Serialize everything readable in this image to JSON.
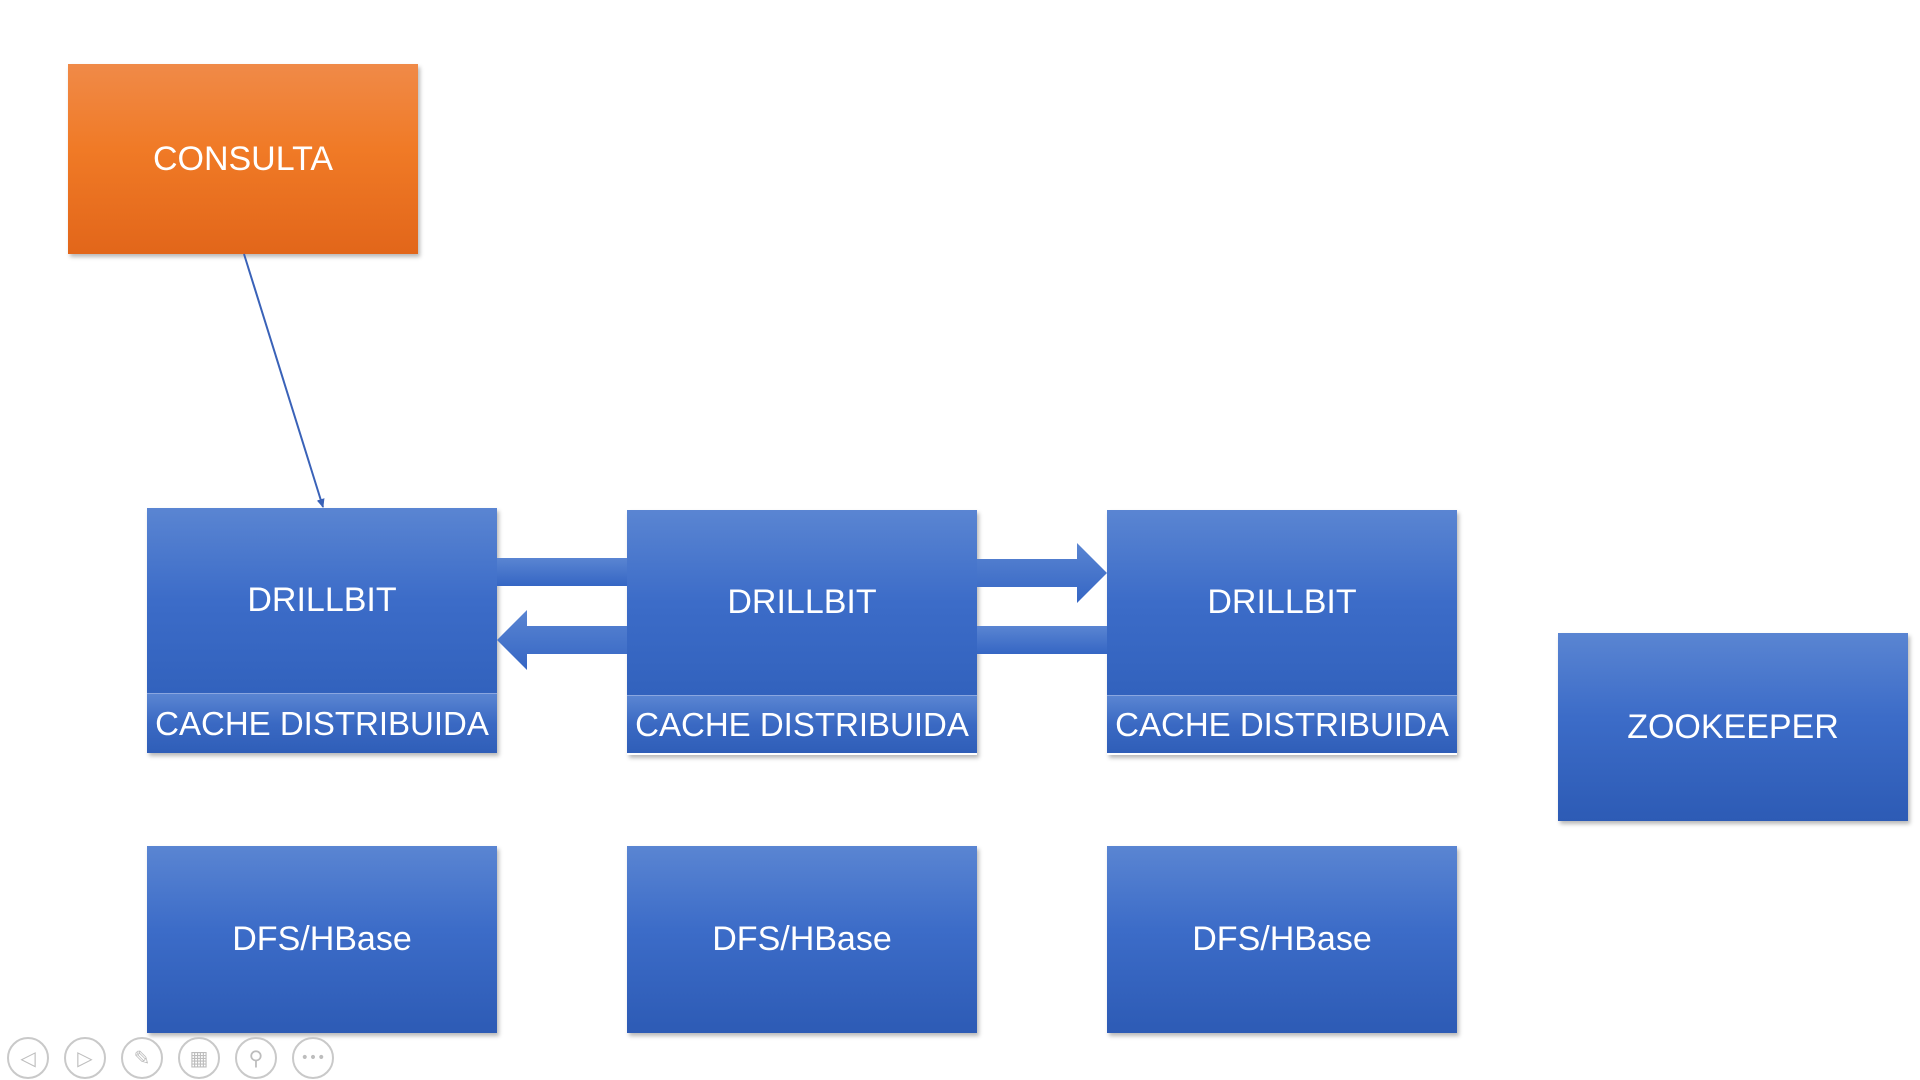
{
  "nodes": {
    "consulta": {
      "label": "CONSULTA"
    },
    "drillbits": [
      {
        "label": "DRILLBIT",
        "cache": "CACHE DISTRIBUIDA"
      },
      {
        "label": "DRILLBIT",
        "cache": "CACHE DISTRIBUIDA"
      },
      {
        "label": "DRILLBIT",
        "cache": "CACHE DISTRIBUIDA"
      }
    ],
    "storage": [
      {
        "label": "DFS/HBase"
      },
      {
        "label": "DFS/HBase"
      },
      {
        "label": "DFS/HBase"
      }
    ],
    "zookeeper": {
      "label": "ZOOKEEPER"
    }
  },
  "colors": {
    "blue": "#3c6cc8",
    "orange": "#f07a26",
    "arrow": "#3d6cc6",
    "line": "#3a62b8"
  },
  "controls": [
    {
      "name": "previous-icon"
    },
    {
      "name": "next-icon"
    },
    {
      "name": "pen-icon"
    },
    {
      "name": "slides-grid-icon"
    },
    {
      "name": "zoom-icon"
    },
    {
      "name": "more-icon"
    }
  ]
}
